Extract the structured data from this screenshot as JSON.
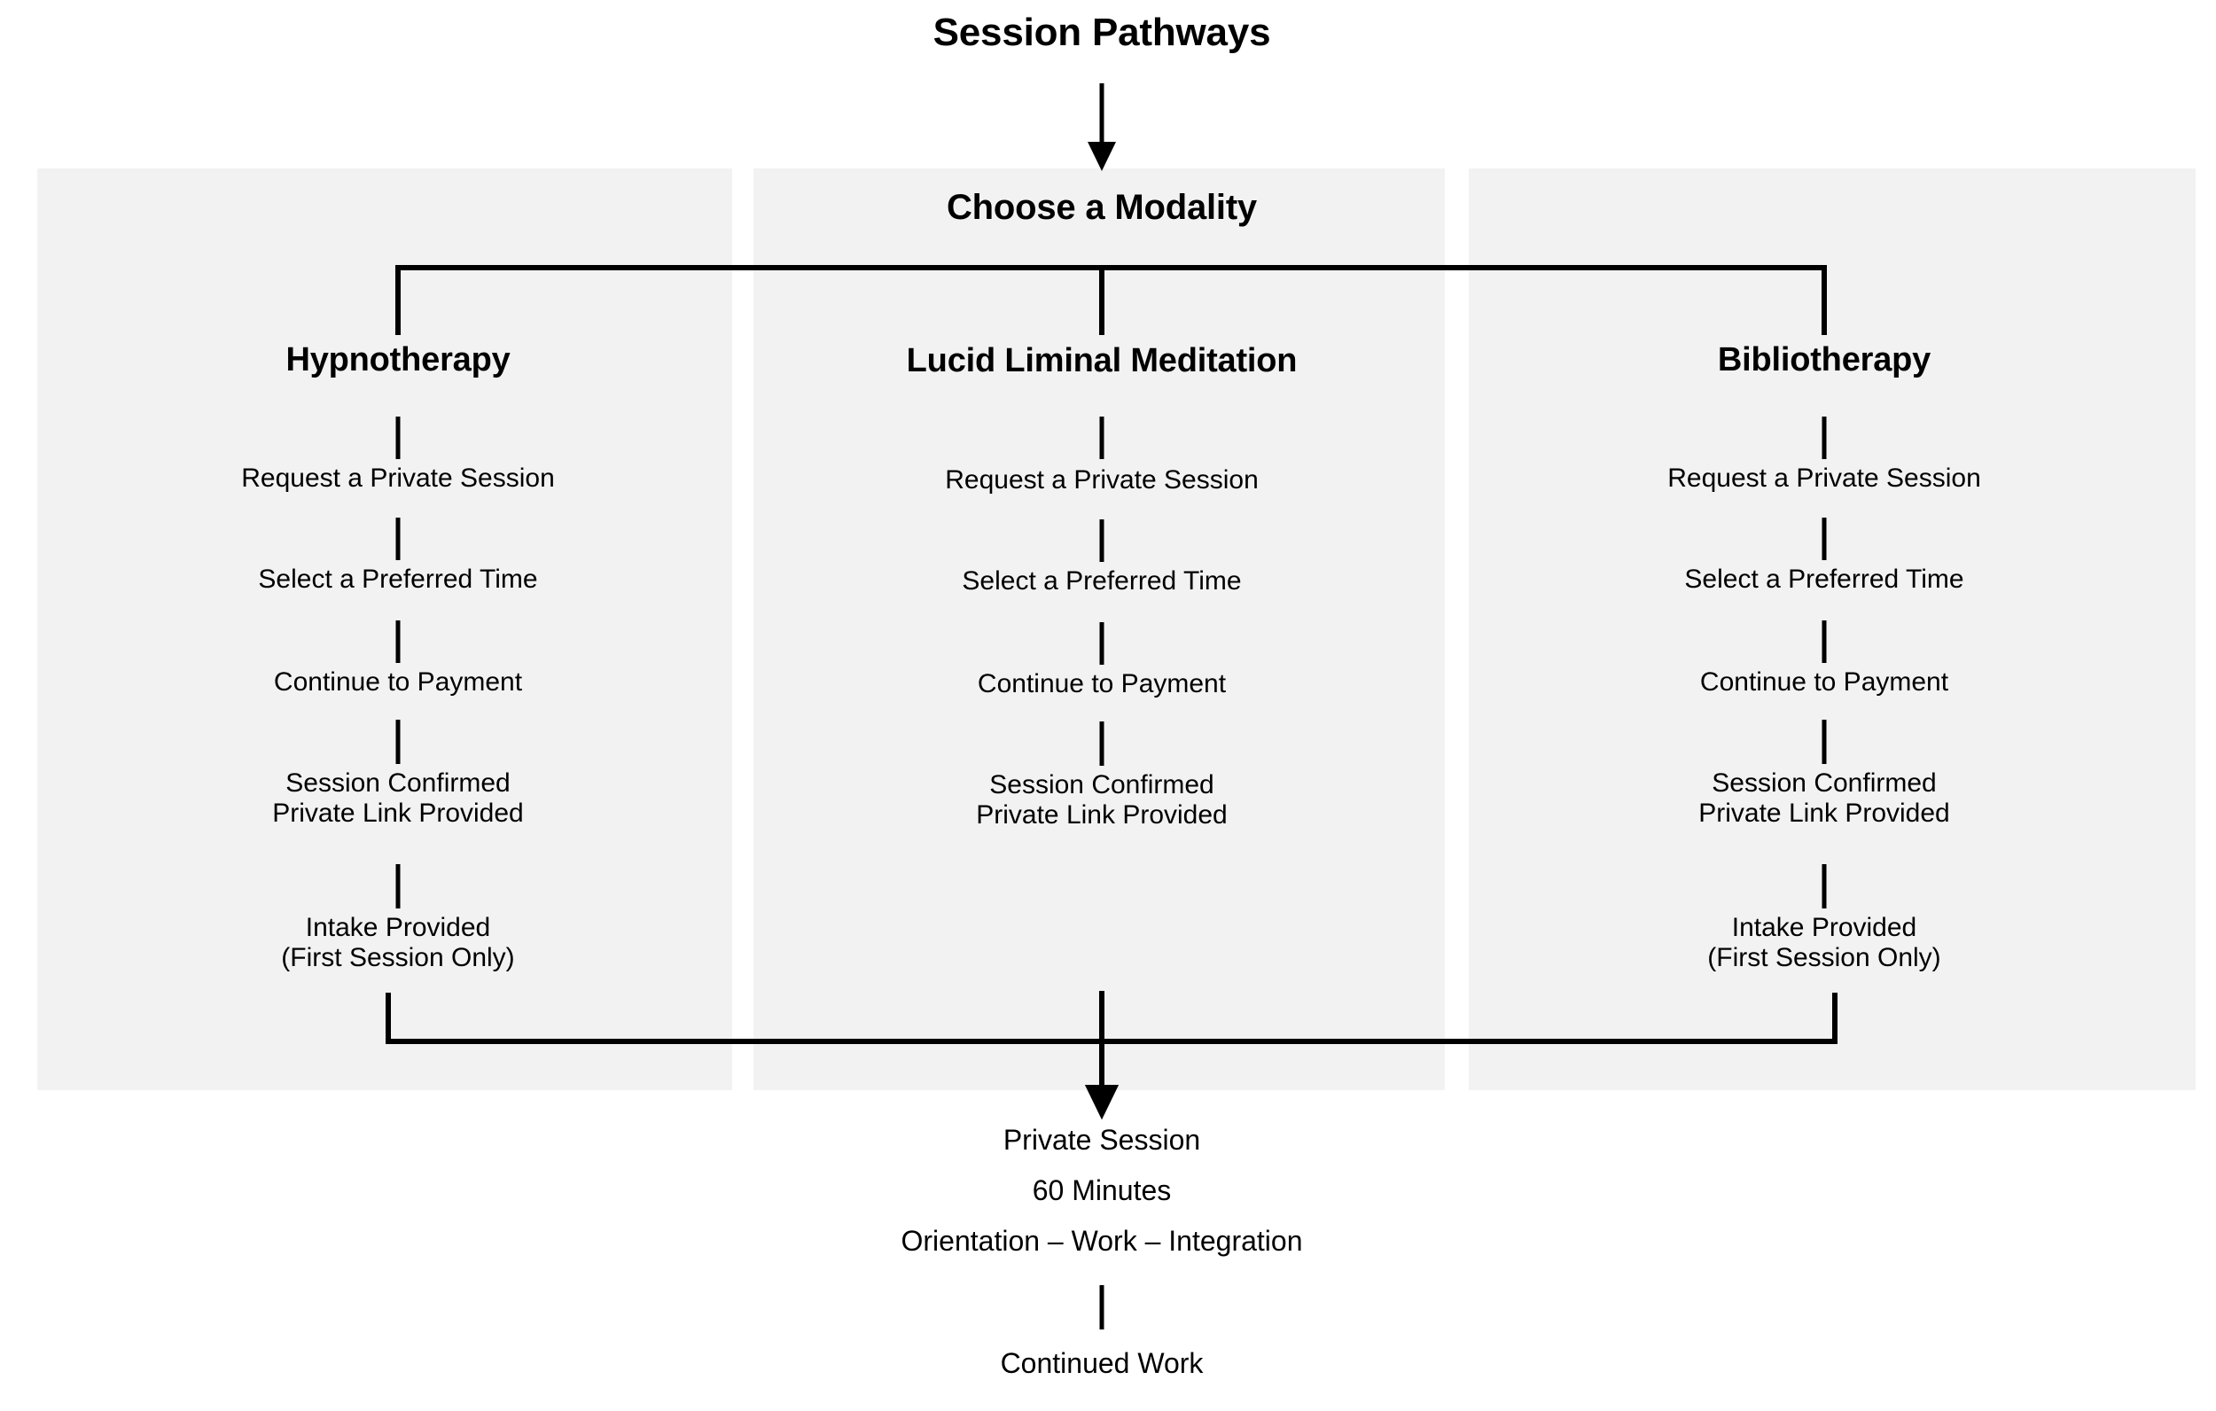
{
  "diagram": {
    "title": "Session Pathways",
    "entry_node": "Choose a Modality",
    "colors": {
      "panel_background": "#f2f2f2",
      "page_background": "#ffffff",
      "line": "#000000",
      "text": "#000000"
    },
    "columns": [
      {
        "name": "hypnotherapy",
        "title": "Hypnotherapy",
        "steps": [
          "Request a Private Session",
          "Select a Preferred Time",
          "Continue to Payment",
          "Session Confirmed\nPrivate Link Provided",
          "Intake Provided\n(First Session Only)"
        ]
      },
      {
        "name": "lucid-liminal-meditation",
        "title": "Lucid Liminal Meditation",
        "steps": [
          "Request a Private Session",
          "Select a Preferred Time",
          "Continue to Payment",
          "Session Confirmed\nPrivate Link Provided"
        ]
      },
      {
        "name": "bibliotherapy",
        "title": "Bibliotherapy",
        "steps": [
          "Request a Private Session",
          "Select a Preferred Time",
          "Continue to Payment",
          "Session Confirmed\nPrivate Link Provided",
          "Intake Provided\n(First Session Only)"
        ]
      }
    ],
    "outcome": {
      "line1": "Private Session",
      "line2": "60 Minutes",
      "line3": "Orientation – Work – Integration"
    },
    "final_node": "Continued Work"
  }
}
